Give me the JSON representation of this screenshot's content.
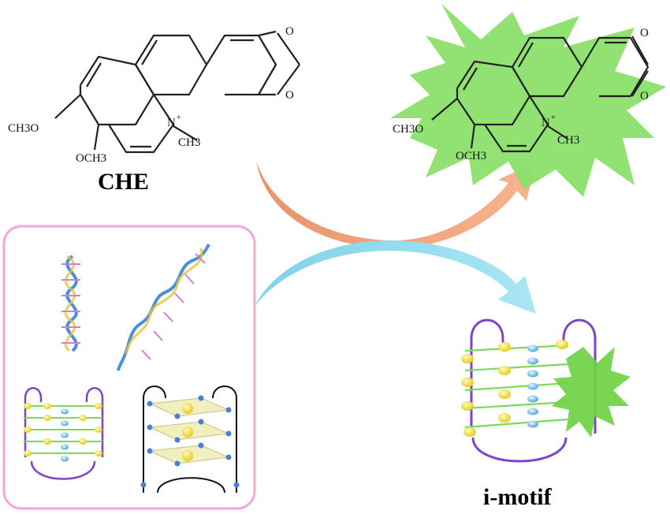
{
  "diagram": {
    "top_left_molecule": {
      "name_label": "CHE",
      "substituent_left": "CH3O",
      "substituent_bottom": "OCH3",
      "methyl": "CH3",
      "nitrogen": "N",
      "charge": "+",
      "oxygen_upper": "O",
      "oxygen_lower": "O"
    },
    "top_right_molecule": {
      "substituent_left": "CH3O",
      "substituent_bottom": "OCH3",
      "methyl": "CH3",
      "nitrogen": "N",
      "charge": "+",
      "oxygen_upper": "O",
      "oxygen_lower": "O"
    },
    "target_label": "i-motif",
    "colors": {
      "orange_arrow": "#f2a27a",
      "cyan_arrow": "#8ad9ec",
      "burst_green": "#8be06a",
      "box_border": "#f0a8d8",
      "loop_purple": "#7a45c8",
      "bar_green": "#7ed957",
      "bead_yellow": "#f4e83a",
      "bead_blue": "#6fc1f0"
    }
  }
}
